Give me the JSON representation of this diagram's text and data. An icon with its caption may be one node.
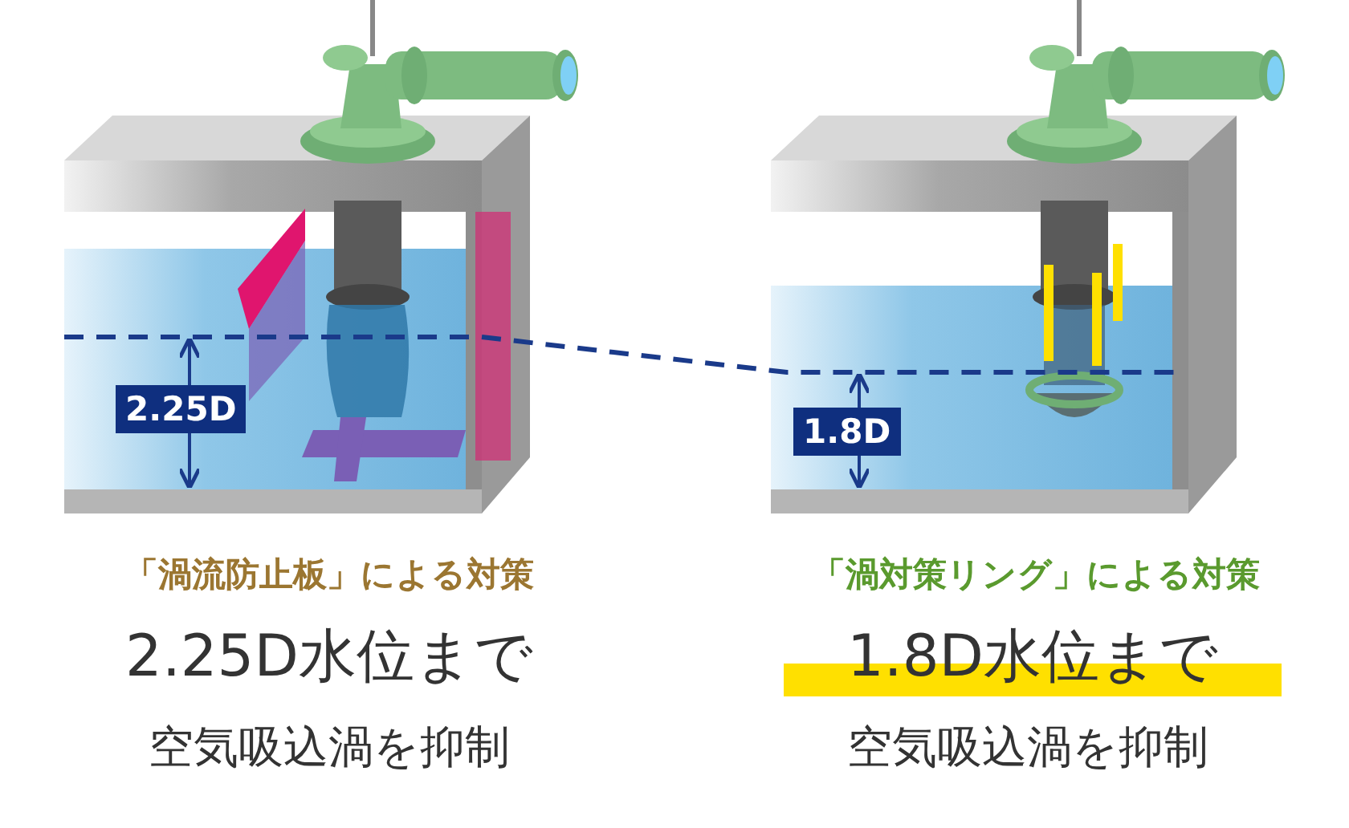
{
  "diagram": {
    "labels": [
      "2.25D",
      "1.8D",
      "「渦流防止板」による対策",
      "2.25D水位まで",
      "空気吸込渦を抑制",
      "「渦対策リング」による対策",
      "1.8D水位まで",
      "空気吸込渦を抑制"
    ]
  }
}
